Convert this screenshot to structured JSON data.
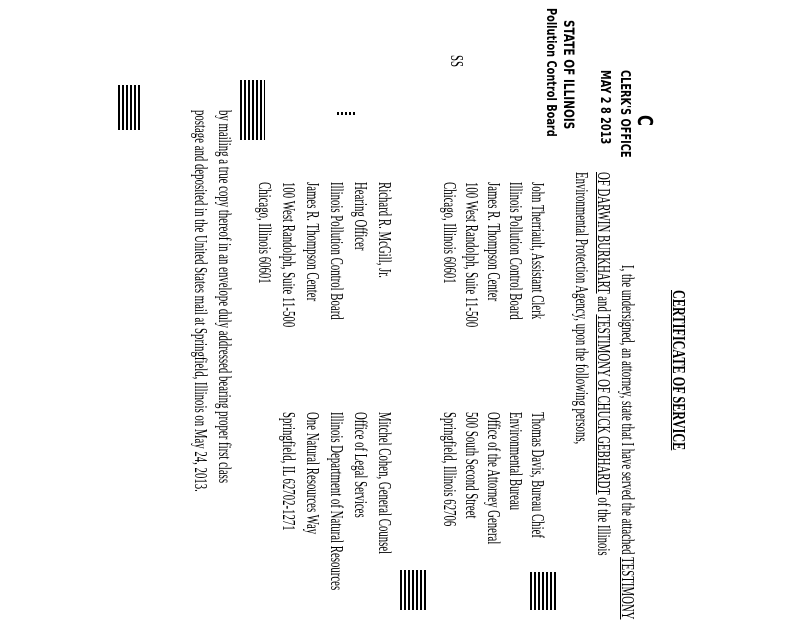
{
  "stamp": {
    "mark": "C",
    "office": "CLERK'S OFFICE",
    "date": "MAY 2 8 2013",
    "state": "STATE OF ILLINOIS",
    "board": "Pollution Control Board"
  },
  "title": "CERTIFICATE OF SERVICE",
  "intro": {
    "line1_pre": "I, the undersigned, an attorney, state that I have served the attached ",
    "line1_u": "TESTIMONY",
    "line2_u1": "OF DARWIN BURKHART",
    "line2_mid": " and ",
    "line2_u2": "TESTIMONY OF CHUCK GEBHARDT",
    "line2_post": " of the Illinois",
    "line3": "Environmental Protection Agency, upon the following persons,"
  },
  "ss": "SS",
  "recipients_left_1": [
    "John Therriault, Assistant Clerk",
    "Illinois Pollution Control Board",
    "James R. Thompson Center",
    "100 West Randolph, Suite 11-500",
    "Chicago, Illinois 60601"
  ],
  "recipients_right_1": [
    "Thomas Davis, Bureau Chief",
    "Environmental Bureau",
    "Office of the Attorney General",
    "500 South Second Street",
    "Springfield, Illinois 62706"
  ],
  "recipients_left_2": [
    "Richard R. McGill, Jr.",
    "Hearing Officer",
    "Illinois Pollution Control Board",
    "James R. Thompson Center",
    "100 West Randolph, Suite 11-500",
    "Chicago, Illinois 60601"
  ],
  "recipients_right_2": [
    "Mitchel Cohen, General Counsel",
    "Office of Legal Services",
    "Illinois Department of Natural Resources",
    "One Natural Resources Way",
    "Springfield, IL  62702-1271"
  ],
  "closing": {
    "line1": "by mailing a true copy thereof in an envelope duly addressed bearing proper first class",
    "line2": "postage and deposited in the United States mail at Springfield, Illinois on May 24, 2013."
  }
}
